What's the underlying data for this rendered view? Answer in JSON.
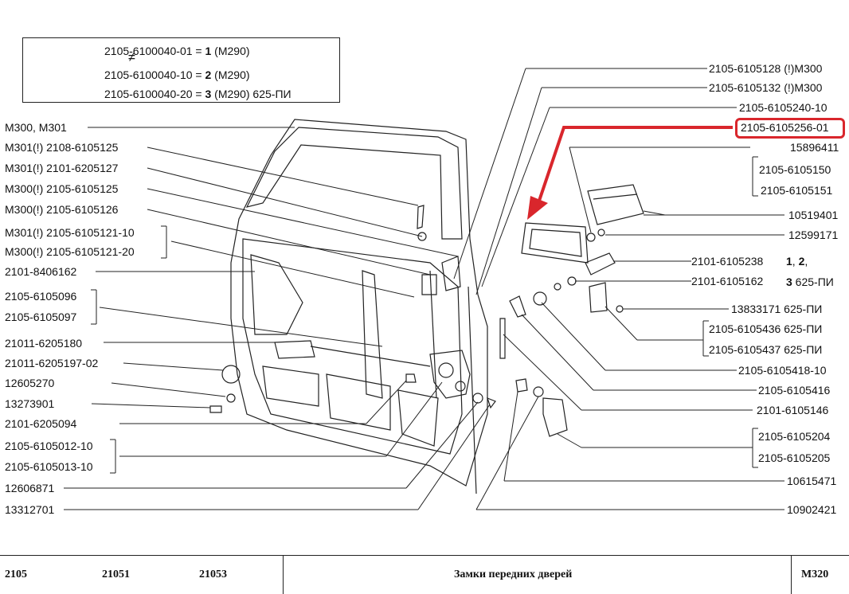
{
  "inset": {
    "line1_code": "2105-6100040-01 = ",
    "line1_num": "1",
    "line1_suffix": " (M290)",
    "neq": "≠",
    "line2_code": "2105-6100040-10 = ",
    "line2_num": "2",
    "line2_suffix": " (M290)",
    "line3_code": "2105-6100040-20 = ",
    "line3_num": "3",
    "line3_suffix": " (M290) 625-ПИ"
  },
  "left_labels": [
    "M300, M301",
    "M301(!) 2108-6105125",
    "M301(!) 2101-6205127",
    "M300(!) 2105-6105125",
    "M300(!) 2105-6105126",
    "M301(!) 2105-6105121-10",
    "M300(!) 2105-6105121-20",
    "2101-8406162",
    "2105-6105096",
    "2105-6105097",
    "21011-6205180",
    "21011-6205197-02",
    "12605270",
    "13273901",
    "2101-6205094",
    "2105-6105012-10",
    "2105-6105013-10",
    "12606871",
    "13312701"
  ],
  "right_labels": [
    "2105-6105128 (!)M300",
    "2105-6105132 (!)M300",
    "2105-6105240-10",
    "2105-6105256-01",
    "15896411",
    "2105-6105150",
    "2105-6105151",
    "10519401",
    "12599171",
    "2101-6105238",
    "2101-6105162",
    "13833171  625-ПИ",
    "2105-6105436 625-ПИ",
    "2105-6105437 625-ПИ",
    "2105-6105418-10",
    "2105-6105416",
    "2101-6105146",
    "2105-6105204",
    "2105-6105205",
    "10615471",
    "10902421"
  ],
  "variant_note": {
    "n1": "1",
    "sep1": ", ",
    "n2": "2",
    "sep2": ",",
    "n3": "3",
    "suffix": " 625-ПИ"
  },
  "footer": {
    "model1": "2105",
    "model2": "21051",
    "model3": "21053",
    "title": "Замки передних дверей",
    "code": "M320"
  },
  "colors": {
    "highlight": "#d9262c",
    "line": "#222222"
  }
}
